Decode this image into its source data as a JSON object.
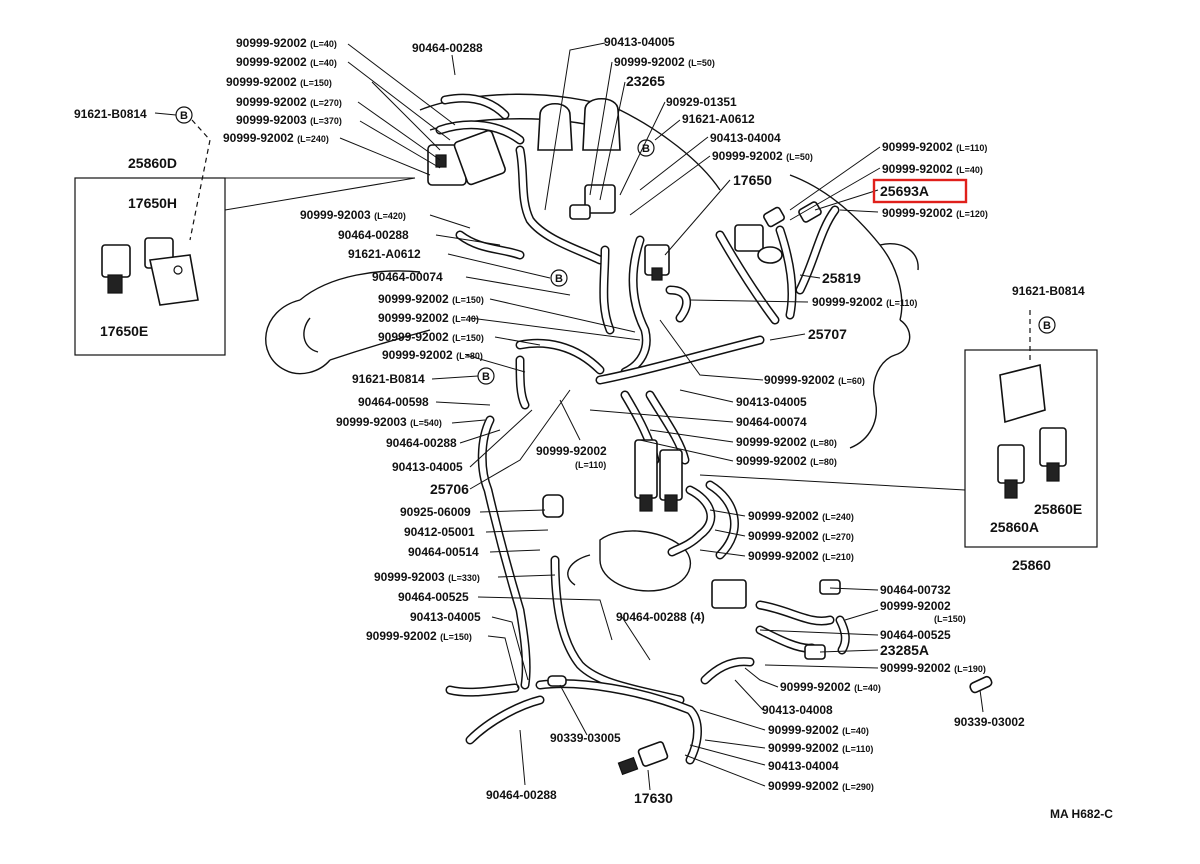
{
  "diagram": {
    "labels": [
      {
        "id": "l1",
        "part": "90999-92002",
        "spec": "(L=40)"
      },
      {
        "id": "l2",
        "part": "90464-00288",
        "spec": ""
      },
      {
        "id": "l3",
        "part": "90999-92002",
        "spec": "(L=40)"
      },
      {
        "id": "l4",
        "part": "90999-92002",
        "spec": "(L=150)"
      },
      {
        "id": "l5",
        "part": "90999-92002",
        "spec": "(L=270)"
      },
      {
        "id": "l6",
        "part": "90999-92003",
        "spec": "(L=370)"
      },
      {
        "id": "l7",
        "part": "90999-92002",
        "spec": "(L=240)"
      },
      {
        "id": "l8",
        "part": "91621-B0814",
        "spec": ""
      },
      {
        "id": "l9",
        "part": "25860D",
        "spec": ""
      },
      {
        "id": "l10",
        "part": "17650H",
        "spec": ""
      },
      {
        "id": "l11",
        "part": "17650E",
        "spec": ""
      },
      {
        "id": "l12",
        "part": "90413-04005",
        "spec": ""
      },
      {
        "id": "l13",
        "part": "90999-92002",
        "spec": "(L=50)"
      },
      {
        "id": "l14",
        "part": "23265",
        "spec": ""
      },
      {
        "id": "l15",
        "part": "90929-01351",
        "spec": ""
      },
      {
        "id": "l16",
        "part": "91621-A0612",
        "spec": ""
      },
      {
        "id": "l17",
        "part": "90413-04004",
        "spec": ""
      },
      {
        "id": "l18",
        "part": "90999-92002",
        "spec": "(L=50)"
      },
      {
        "id": "l19",
        "part": "17650",
        "spec": ""
      },
      {
        "id": "l20",
        "part": "90999-92002",
        "spec": "(L=110)"
      },
      {
        "id": "l21",
        "part": "90999-92002",
        "spec": "(L=40)"
      },
      {
        "id": "l22",
        "part": "25693A",
        "spec": ""
      },
      {
        "id": "l23",
        "part": "90999-92002",
        "spec": "(L=120)"
      },
      {
        "id": "l24",
        "part": "90999-92003",
        "spec": "(L=420)"
      },
      {
        "id": "l25",
        "part": "90464-00288",
        "spec": ""
      },
      {
        "id": "l26",
        "part": "91621-A0612",
        "spec": ""
      },
      {
        "id": "l27",
        "part": "90464-00074",
        "spec": ""
      },
      {
        "id": "l28",
        "part": "90999-92002",
        "spec": "(L=150)"
      },
      {
        "id": "l29",
        "part": "90999-92002",
        "spec": "(L=40)"
      },
      {
        "id": "l30",
        "part": "90999-92002",
        "spec": "(L=150)"
      },
      {
        "id": "l31",
        "part": "90999-92002",
        "spec": "(L=80)"
      },
      {
        "id": "l32",
        "part": "91621-B0814",
        "spec": ""
      },
      {
        "id": "l33",
        "part": "90464-00598",
        "spec": ""
      },
      {
        "id": "l34",
        "part": "90999-92003",
        "spec": "(L=540)"
      },
      {
        "id": "l35",
        "part": "90464-00288",
        "spec": ""
      },
      {
        "id": "l36",
        "part": "90413-04005",
        "spec": ""
      },
      {
        "id": "l37",
        "part": "25706",
        "spec": ""
      },
      {
        "id": "l38",
        "part": "25819",
        "spec": ""
      },
      {
        "id": "l39",
        "part": "90999-92002",
        "spec": "(L=110)"
      },
      {
        "id": "l40",
        "part": "25707",
        "spec": ""
      },
      {
        "id": "l41",
        "part": "90999-92002",
        "spec": "(L=60)"
      },
      {
        "id": "l42",
        "part": "90413-04005",
        "spec": ""
      },
      {
        "id": "l43",
        "part": "90464-00074",
        "spec": ""
      },
      {
        "id": "l44",
        "part": "90999-92002",
        "spec": "(L=80)"
      },
      {
        "id": "l45",
        "part": "90999-92002",
        "spec": "(L=80)"
      },
      {
        "id": "l46",
        "part": "90999-92002",
        "spec": ""
      },
      {
        "id": "l47",
        "part": "(L=110)",
        "spec": ""
      },
      {
        "id": "l48",
        "part": "91621-B0814",
        "spec": ""
      },
      {
        "id": "l49",
        "part": "25860E",
        "spec": ""
      },
      {
        "id": "l50",
        "part": "25860A",
        "spec": ""
      },
      {
        "id": "l51",
        "part": "25860",
        "spec": ""
      },
      {
        "id": "l52",
        "part": "90925-06009",
        "spec": ""
      },
      {
        "id": "l53",
        "part": "90412-05001",
        "spec": ""
      },
      {
        "id": "l54",
        "part": "90464-00514",
        "spec": ""
      },
      {
        "id": "l55",
        "part": "90999-92003",
        "spec": "(L=330)"
      },
      {
        "id": "l56",
        "part": "90464-00525",
        "spec": ""
      },
      {
        "id": "l57",
        "part": "90413-04005",
        "spec": ""
      },
      {
        "id": "l58",
        "part": "90999-92002",
        "spec": "(L=150)"
      },
      {
        "id": "l59",
        "part": "90999-92002",
        "spec": "(L=240)"
      },
      {
        "id": "l60",
        "part": "90999-92002",
        "spec": "(L=270)"
      },
      {
        "id": "l61",
        "part": "90999-92002",
        "spec": "(L=210)"
      },
      {
        "id": "l62",
        "part": "90464-00288 (4)",
        "spec": ""
      },
      {
        "id": "l63",
        "part": "90464-00732",
        "spec": ""
      },
      {
        "id": "l64",
        "part": "90999-92002",
        "spec": ""
      },
      {
        "id": "l65",
        "part": "(L=150)",
        "spec": ""
      },
      {
        "id": "l66",
        "part": "90464-00525",
        "spec": ""
      },
      {
        "id": "l67",
        "part": "23285A",
        "spec": ""
      },
      {
        "id": "l68",
        "part": "90999-92002",
        "spec": "(L=190)"
      },
      {
        "id": "l69",
        "part": "90999-92002",
        "spec": "(L=40)"
      },
      {
        "id": "l70",
        "part": "90413-04008",
        "spec": ""
      },
      {
        "id": "l71",
        "part": "90339-03002",
        "spec": ""
      },
      {
        "id": "l72",
        "part": "90339-03005",
        "spec": ""
      },
      {
        "id": "l73",
        "part": "90999-92002",
        "spec": "(L=40)"
      },
      {
        "id": "l74",
        "part": "90999-92002",
        "spec": "(L=110)"
      },
      {
        "id": "l75",
        "part": "90413-04004",
        "spec": ""
      },
      {
        "id": "l76",
        "part": "90999-92002",
        "spec": "(L=290)"
      },
      {
        "id": "l77",
        "part": "17630",
        "spec": ""
      },
      {
        "id": "l78",
        "part": "90464-00288",
        "spec": ""
      }
    ],
    "callout_letter": "B",
    "highlighted_part": "25693A",
    "drawing_code": "MA  H682-C",
    "highlight_color": "#e0201b"
  }
}
